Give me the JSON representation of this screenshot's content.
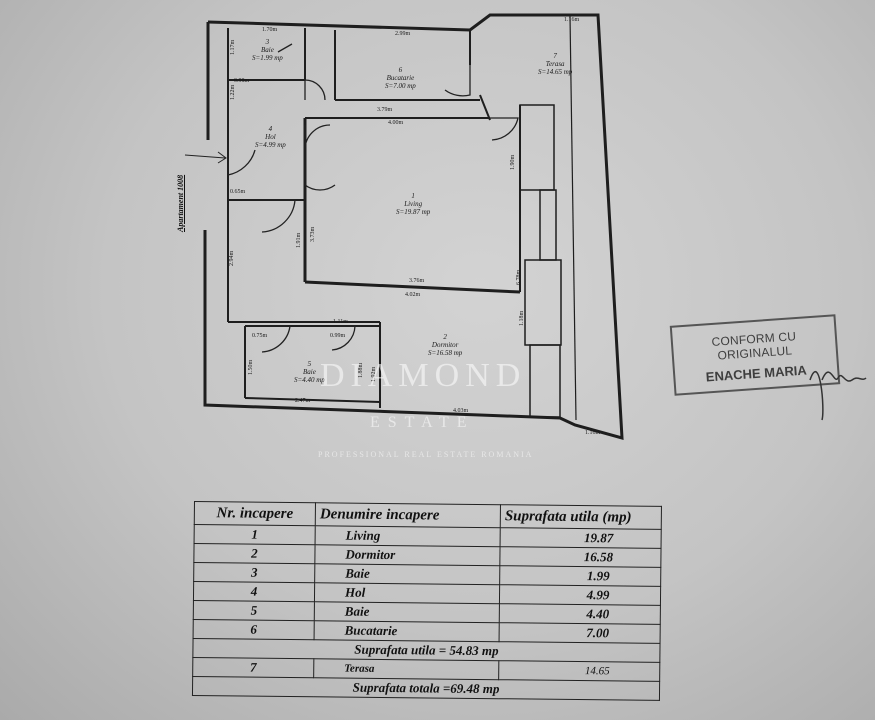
{
  "plan": {
    "entry_label": "Apartament 1008",
    "rooms": [
      {
        "id": "baie3",
        "text": "3\nBaie\nS=1.99 mp"
      },
      {
        "id": "bucatarie",
        "text": "6\nBucatarie\nS=7.00 mp"
      },
      {
        "id": "terasa",
        "text": "7\nTerasa\nS=14.65 mp"
      },
      {
        "id": "hol",
        "text": "4\nHol\nS=4.99 mp"
      },
      {
        "id": "living",
        "text": "1\nLiving\nS=19.87 mp"
      },
      {
        "id": "dormitor",
        "text": "2\nDormitor\nS=16.58 mp"
      },
      {
        "id": "baie5",
        "text": "5\nBaie\nS=4.40 mp"
      }
    ],
    "dims": [
      "1.70m",
      "2.99m",
      "1.16m",
      "1.17m",
      "1.22m",
      "0.98m",
      "3.79m",
      "4.00m",
      "1.90m",
      "0.65m",
      "1.91m",
      "3.73m",
      "2.94m",
      "3.76m",
      "4.02m",
      "6.78m",
      "1.18m",
      "1.11m",
      "0.75m",
      "0.99m",
      "1.88m",
      "1.92m",
      "1.50m",
      "2.47m",
      "4.03m",
      "1.16m"
    ]
  },
  "stamp": {
    "line1": "CONFORM CU ORIGINALUL",
    "line2": "ENACHE MARIA"
  },
  "watermark": {
    "brand": "DIAMOND",
    "sub": "ESTATE",
    "tagline": "PROFESSIONAL REAL ESTATE ROMANIA"
  },
  "table": {
    "headers": [
      "Nr. incapere",
      "Denumire incapere",
      "Suprafata utila (mp)"
    ],
    "rows": [
      {
        "nr": "1",
        "name": "Living",
        "area": "19.87"
      },
      {
        "nr": "2",
        "name": "Dormitor",
        "area": "16.58"
      },
      {
        "nr": "3",
        "name": "Baie",
        "area": "1.99"
      },
      {
        "nr": "4",
        "name": "Hol",
        "area": "4.99"
      },
      {
        "nr": "5",
        "name": "Baie",
        "area": "4.40"
      },
      {
        "nr": "6",
        "name": "Bucatarie",
        "area": "7.00"
      }
    ],
    "subtotal": "Suprafata utila = 54.83 mp",
    "terrace": {
      "nr": "7",
      "name": "Terasa",
      "area": "14.65"
    },
    "total": "Suprafata totala =69.48 mp"
  }
}
